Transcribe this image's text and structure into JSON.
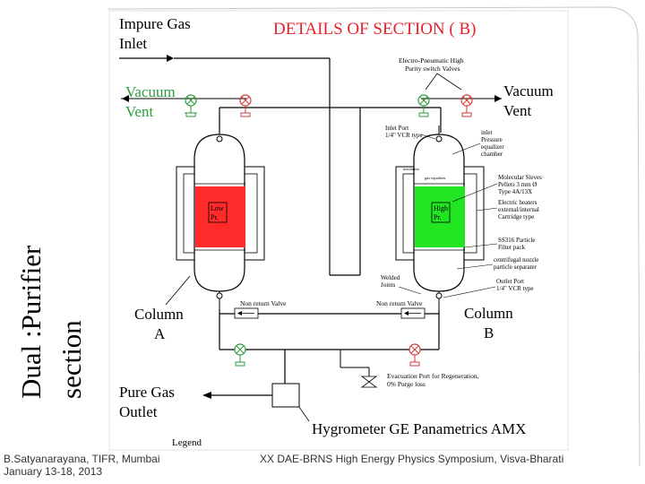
{
  "slide_title": {
    "line1": "Dual :Purifier",
    "line2": "section"
  },
  "diagram": {
    "heading": "DETAILS OF SECTION ( B)",
    "impure_gas_inlet": [
      "Impure Gas",
      "Inlet"
    ],
    "vacuum_vent_left": [
      "Vacuum",
      "Vent"
    ],
    "vacuum_vent_right": [
      "Vacuum",
      "Vent"
    ],
    "valves_note": [
      "Electro-Pneumatic High",
      "Purity switch Valves"
    ],
    "inlet_port": [
      "Inlet Port",
      "1/4\" VCR type"
    ],
    "inlet_chamber": [
      "inlet",
      "Pressure",
      "equalizer",
      "chamber"
    ],
    "insulation_label": "insulation",
    "gas_equalizer_label": "gas equalizer",
    "molecular_sieves": [
      "Molecular Sieves",
      "Pellets 3 mm Ø",
      "Type 4A/13X"
    ],
    "electric_heaters": [
      "Electric heaters",
      "external/internal",
      "Cartridge type"
    ],
    "ss316_filter": [
      "SS316 Particle",
      "Filter pack"
    ],
    "centrifugal": [
      "centrifugal nozzle",
      "particle separater"
    ],
    "welded_joints": [
      "Welded",
      "Joints"
    ],
    "outlet_port": [
      "Outlet Port",
      "1/4\" VCR type"
    ],
    "low_pr": [
      "Low",
      "Pr."
    ],
    "high_pr": [
      "High",
      "Pr."
    ],
    "column_a": [
      "Column",
      "A"
    ],
    "column_b": [
      "Column",
      "B"
    ],
    "non_return_left": "Non return Valve",
    "non_return_right": "Non return Valve",
    "evacuation_port": [
      "Evacuation Port for Regeneration,",
      "0% Purge loss"
    ],
    "pure_gas_outlet": [
      "Pure Gas",
      "Outlet"
    ],
    "hygrometer": "Hygrometer GE Panametrics AMX",
    "legend": "Legend"
  },
  "footer": {
    "author_line1": "B.Satyanarayana, TIFR, Mumbai",
    "author_line2": "January 13-18, 2013",
    "symposium": "XX DAE-BRNS High Energy Physics Symposium, Visva-Bharati"
  },
  "colors": {
    "low_pressure_fill": "#ff2a2a",
    "high_pressure_fill": "#22e622",
    "open_valve": "#2a9d3a",
    "closed_valve": "#d33a3a"
  }
}
